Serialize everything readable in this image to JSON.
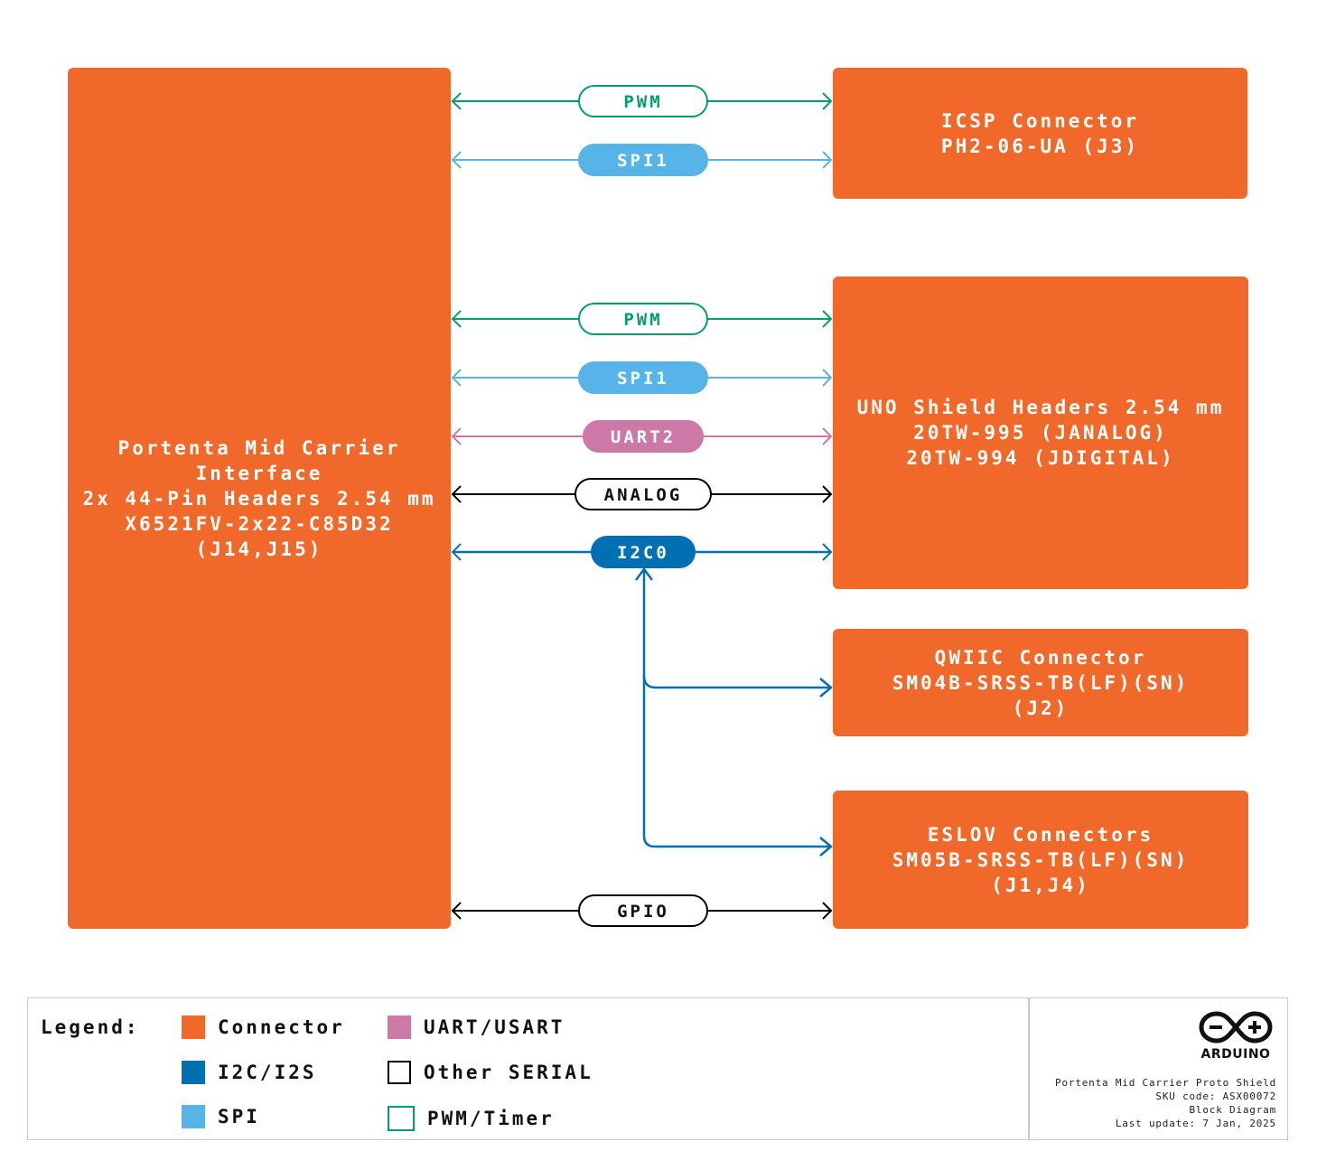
{
  "colors": {
    "connector": "#f1692a",
    "i2c": "#0070b3",
    "spi": "#56b4e9",
    "uart": "#cc79a7",
    "other_serial": "#000000",
    "pwm": "#009e73"
  },
  "blocks": {
    "carrier": [
      "Portenta Mid Carrier",
      "Interface",
      "2x 44-Pin Headers 2.54 mm",
      "X6521FV-2x22-C85D32",
      "(J14,J15)"
    ],
    "icsp": [
      "ICSP Connector",
      "PH2-06-UA (J3)"
    ],
    "uno": [
      "UNO Shield Headers 2.54 mm",
      "20TW-995 (JANALOG)",
      "20TW-994 (JDIGITAL)"
    ],
    "qwiic": [
      "QWIIC Connector",
      "SM04B-SRSS-TB(LF)(SN)",
      "(J2)"
    ],
    "eslov": [
      "ESLOV Connectors",
      "SM05B-SRSS-TB(LF)(SN)",
      "(J1,J4)"
    ]
  },
  "buses": [
    {
      "label": "PWM",
      "type": "pwm"
    },
    {
      "label": "SPI1",
      "type": "spi"
    },
    {
      "label": "PWM",
      "type": "pwm"
    },
    {
      "label": "SPI1",
      "type": "spi"
    },
    {
      "label": "UART2",
      "type": "uart"
    },
    {
      "label": "ANALOG",
      "type": "other_serial"
    },
    {
      "label": "I2C0",
      "type": "i2c"
    },
    {
      "label": "GPIO",
      "type": "other_serial"
    }
  ],
  "legend": {
    "title": "Legend:",
    "items": [
      {
        "label": "Connector",
        "type": "connector"
      },
      {
        "label": "I2C/I2S",
        "type": "i2c"
      },
      {
        "label": "SPI",
        "type": "spi"
      },
      {
        "label": "UART/USART",
        "type": "uart"
      },
      {
        "label": "Other SERIAL",
        "type": "other_serial"
      },
      {
        "label": "PWM/Timer",
        "type": "pwm"
      }
    ]
  },
  "footer": {
    "logo_text": "ARDUINO",
    "product": "Portenta Mid Carrier Proto Shield",
    "sku": "SKU code: ASX00072",
    "doc_type": "Block Diagram",
    "last_update": "Last update: 7 Jan, 2025"
  }
}
